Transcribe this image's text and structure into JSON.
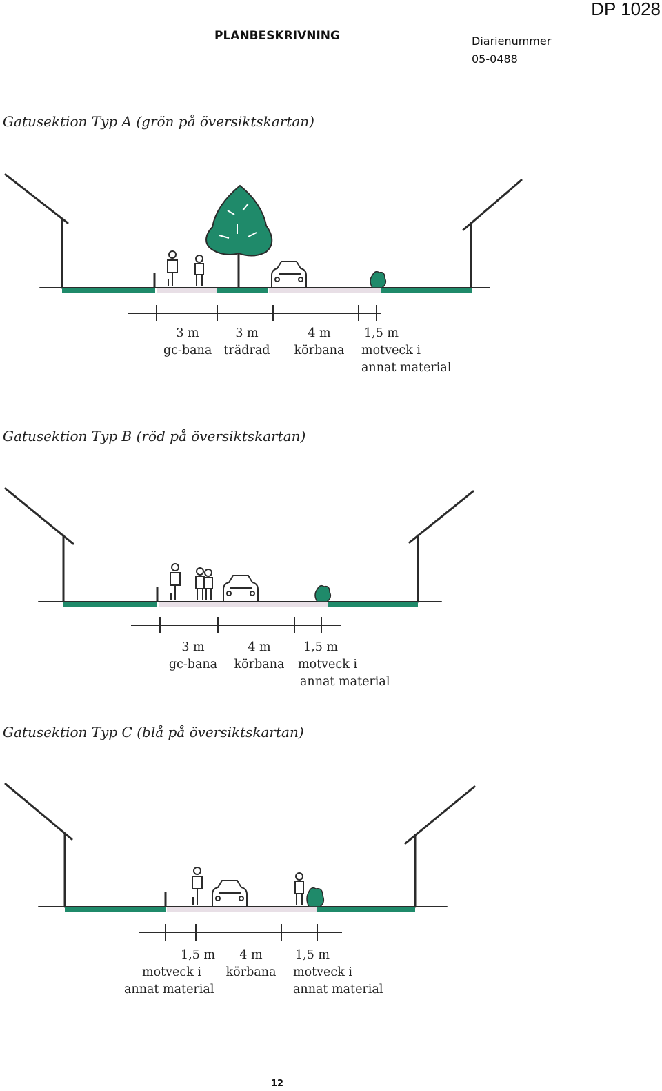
{
  "header": {
    "doc_id": "DP 1028",
    "title": "PLANBESKRIVNING",
    "diary_label": "Diarienummer",
    "diary_number": "05-0488"
  },
  "colors": {
    "verge_green": "#1f8a6a",
    "road_surface": "#e8dfe6",
    "ink": "#2b2b2b"
  },
  "sections": [
    {
      "heading": "Gatusektion Typ A (grön på översiktskartan)",
      "labels": [
        {
          "lines": [
            "3 m",
            "gc-bana"
          ]
        },
        {
          "lines": [
            "3 m",
            "trädrad"
          ]
        },
        {
          "lines": [
            "4 m",
            "körbana"
          ]
        },
        {
          "lines": [
            "1,5 m",
            "motveck i",
            "annat material"
          ]
        }
      ]
    },
    {
      "heading": "Gatusektion Typ B (röd på översiktskartan)",
      "labels": [
        {
          "lines": [
            "3 m",
            "gc-bana"
          ]
        },
        {
          "lines": [
            "4 m",
            "körbana"
          ]
        },
        {
          "lines": [
            "1,5 m",
            "motveck i",
            "annat material"
          ]
        }
      ]
    },
    {
      "heading": "Gatusektion Typ C (blå på översiktskartan)",
      "labels": [
        {
          "lines": [
            "1,5 m",
            "motveck i",
            "annat material"
          ]
        },
        {
          "lines": [
            "4 m",
            "körbana"
          ]
        },
        {
          "lines": [
            "1,5 m",
            "motveck i",
            "annat material"
          ]
        }
      ]
    }
  ],
  "footer": {
    "page_number": "12"
  }
}
